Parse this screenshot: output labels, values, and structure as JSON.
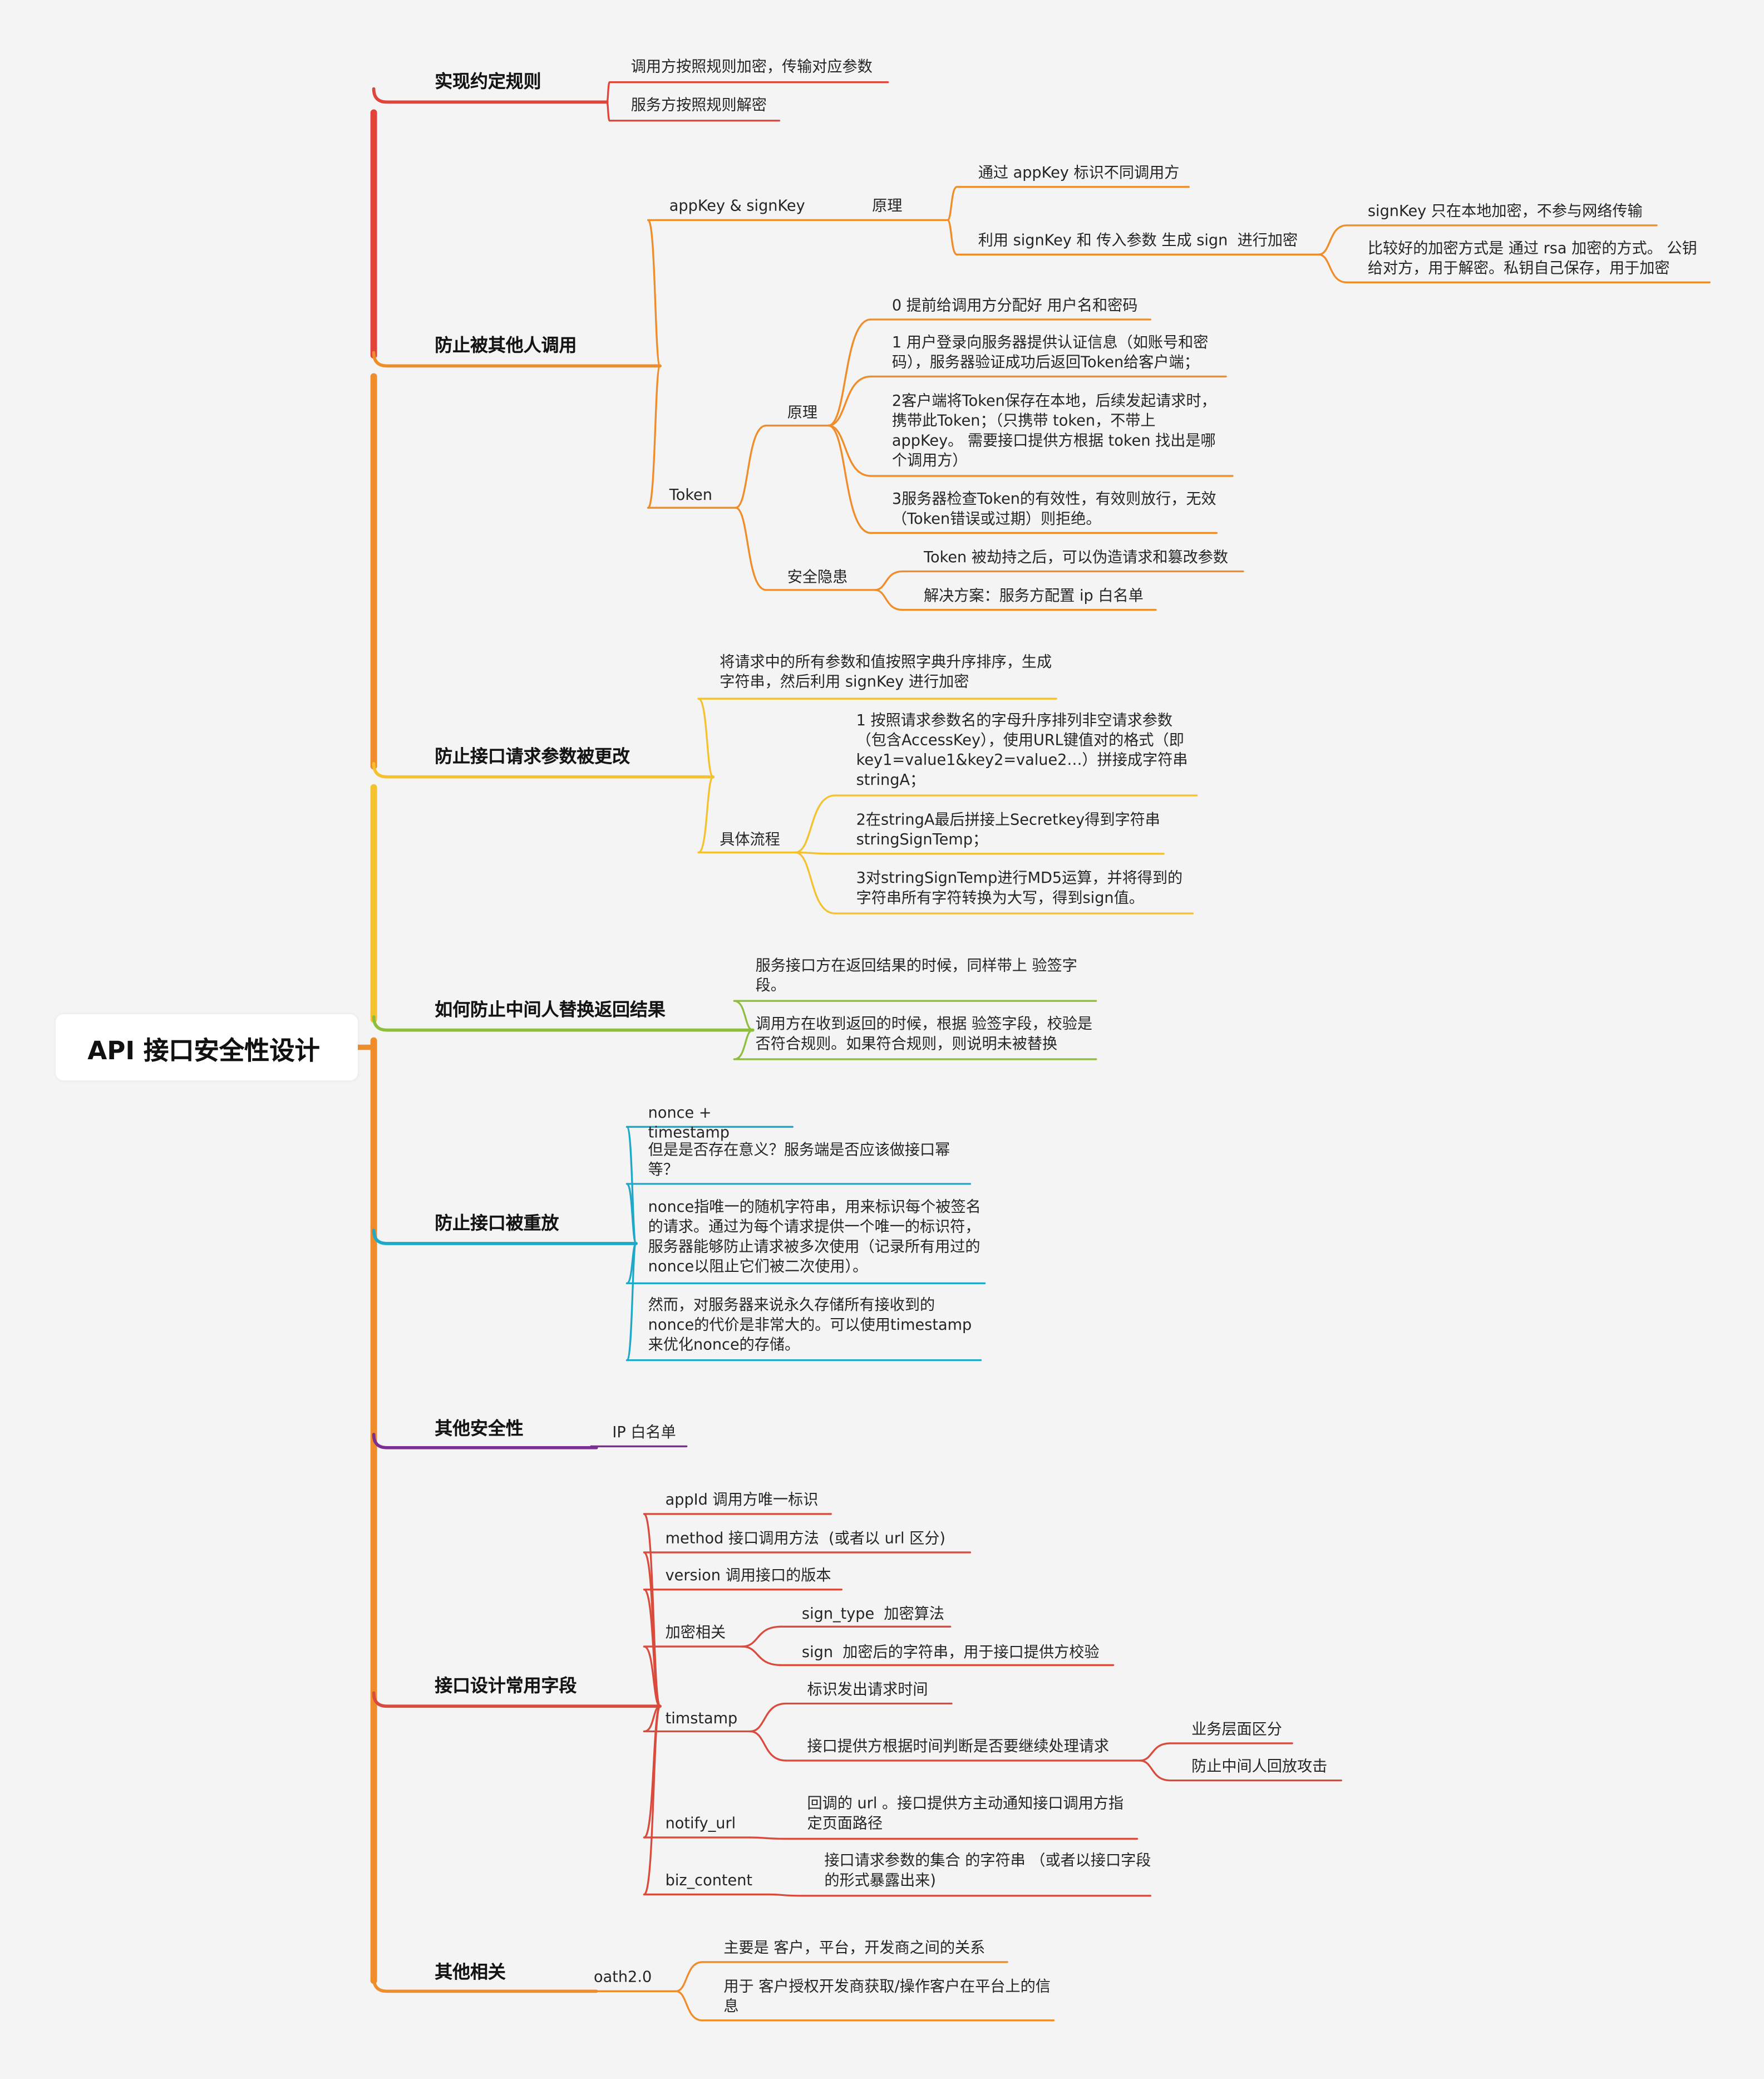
{
  "root": {
    "title": "API 接口安全性设计"
  },
  "branches": [
    {
      "label": "实现约定规则",
      "color": "#e0443a",
      "children": [
        {
          "text": "调用方按照规则加密，传输对应参数"
        },
        {
          "text": "服务方按照规则解密"
        }
      ]
    },
    {
      "label": "防止被其他人调用",
      "color": "#ee8d2a",
      "children": [
        {
          "text": "appKey & signKey",
          "children": [
            {
              "text": "原理",
              "children": [
                {
                  "text": "通过 appKey 标识不同调用方"
                },
                {
                  "text": "利用 signKey 和 传入参数 生成 sign  进行加密",
                  "children": [
                    {
                      "text": "signKey 只在本地加密，不参与网络传输"
                    },
                    {
                      "text": "比较好的加密方式是 通过 rsa 加密的方式。 公钥给对方，用于解密。私钥自己保存，用于加密"
                    }
                  ]
                }
              ]
            }
          ]
        },
        {
          "text": "Token",
          "children": [
            {
              "text": "原理",
              "children": [
                {
                  "text": "0 提前给调用方分配好 用户名和密码"
                },
                {
                  "text": "1 用户登录向服务器提供认证信息（如账号和密码），服务器验证成功后返回Token给客户端；"
                },
                {
                  "text": "2客户端将Token保存在本地，后续发起请求时，携带此Token；（只携带 token，不带上 appKey。 需要接口提供方根据 token 找出是哪个调用方）"
                },
                {
                  "text": "3服务器检查Token的有效性，有效则放行，无效（Token错误或过期）则拒绝。"
                }
              ]
            },
            {
              "text": "安全隐患",
              "children": [
                {
                  "text": "Token 被劫持之后，可以伪造请求和篡改参数"
                },
                {
                  "text": "解决方案：服务方配置 ip 白名单"
                }
              ]
            }
          ]
        }
      ]
    },
    {
      "label": "防止接口请求参数被更改",
      "color": "#f5c22f",
      "children": [
        {
          "text": "将请求中的所有参数和值按照字典升序排序，生成字符串，然后利用 signKey 进行加密"
        },
        {
          "text": "具体流程",
          "children": [
            {
              "text": "1 按照请求参数名的字母升序排列非空请求参数（包含AccessKey），使用URL键值对的格式（即key1=value1&key2=value2…）拼接成字符串stringA；"
            },
            {
              "text": "2在stringA最后拼接上Secretkey得到字符串stringSignTemp；"
            },
            {
              "text": "3对stringSignTemp进行MD5运算，并将得到的字符串所有字符转换为大写，得到sign值。"
            }
          ]
        }
      ]
    },
    {
      "label": "如何防止中间人替换返回结果",
      "color": "#8fbe3f",
      "children": [
        {
          "text": "服务接口方在返回结果的时候，同样带上 验签字段。"
        },
        {
          "text": "调用方在收到返回的时候，根据 验签字段，校验是否符合规则。如果符合规则，则说明未被替换"
        }
      ]
    },
    {
      "label": "防止接口被重放",
      "color": "#1ea9c9",
      "children": [
        {
          "text": "nonce + timestamp"
        },
        {
          "text": "但是是否存在意义？服务端是否应该做接口幂等？"
        },
        {
          "text": "nonce指唯一的随机字符串，用来标识每个被签名的请求。通过为每个请求提供一个唯一的标识符，服务器能够防止请求被多次使用（记录所有用过的nonce以阻止它们被二次使用）。"
        },
        {
          "text": "然而，对服务器来说永久存储所有接收到的nonce的代价是非常大的。可以使用timestamp来优化nonce的存储。"
        }
      ]
    },
    {
      "label": "其他安全性",
      "color": "#7b2f93",
      "children": [
        {
          "text": "IP 白名单"
        }
      ]
    },
    {
      "label": "接口设计常用字段",
      "color": "#d84b3d",
      "children": [
        {
          "text": "appId 调用方唯一标识"
        },
        {
          "text": "method 接口调用方法  (或者以 url 区分)"
        },
        {
          "text": "version 调用接口的版本"
        },
        {
          "text": "加密相关",
          "children": [
            {
              "text": "sign_type  加密算法"
            },
            {
              "text": "sign  加密后的字符串，用于接口提供方校验"
            }
          ]
        },
        {
          "text": "timstamp",
          "children": [
            {
              "text": "标识发出请求时间"
            },
            {
              "text": "接口提供方根据时间判断是否要继续处理请求",
              "children": [
                {
                  "text": "业务层面区分"
                },
                {
                  "text": "防止中间人回放攻击"
                }
              ]
            }
          ]
        },
        {
          "text": "notify_url",
          "children": [
            {
              "text": "回调的 url 。接口提供方主动通知接口调用方指定页面路径"
            }
          ]
        },
        {
          "text": "biz_content",
          "children": [
            {
              "text": "接口请求参数的集合 的字符串 （或者以接口字段的形式暴露出来)"
            }
          ]
        }
      ]
    },
    {
      "label": "其他相关",
      "color": "#ee8d2a",
      "children": [
        {
          "text": "oath2.0",
          "children": [
            {
              "text": "主要是 客户，平台，开发商之间的关系"
            },
            {
              "text": "用于 客户授权开发商获取/操作客户在平台上的信息"
            }
          ]
        }
      ]
    }
  ]
}
